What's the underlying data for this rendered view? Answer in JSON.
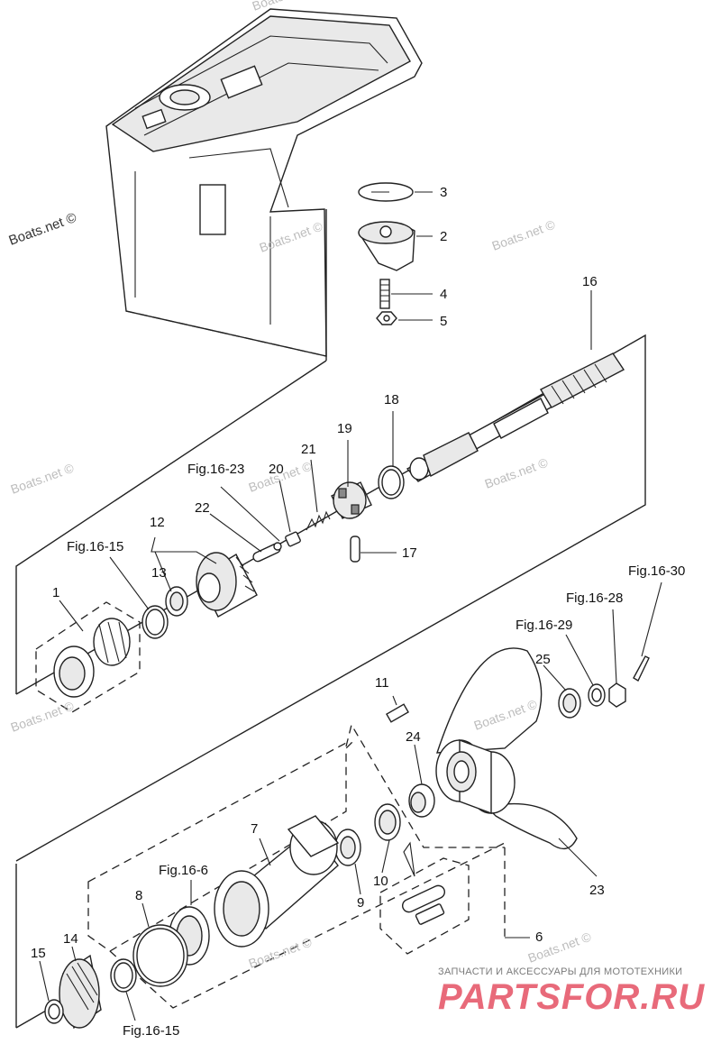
{
  "watermarks": {
    "boats_net": "Boats.net ©"
  },
  "labels": {
    "p1": "1",
    "p2": "2",
    "p3": "3",
    "p4": "4",
    "p5": "5",
    "p6": "6",
    "p7": "7",
    "p8": "8",
    "p9": "9",
    "p10": "10",
    "p11": "11",
    "p12": "12",
    "p13": "13",
    "p14": "14",
    "p15": "15",
    "p16": "16",
    "p17": "17",
    "p18": "18",
    "p19": "19",
    "p20": "20",
    "p21": "21",
    "p22": "22",
    "p23": "23",
    "p24": "24",
    "p25": "25"
  },
  "fig_refs": {
    "f16_23": "Fig.16-23",
    "f16_15_top": "Fig.16-15",
    "f16_30": "Fig.16-30",
    "f16_28": "Fig.16-28",
    "f16_29": "Fig.16-29",
    "f16_6": "Fig.16-6",
    "f16_15_bottom": "Fig.16-15"
  },
  "banner": {
    "subtitle": "ЗАПЧАСТИ И АКСЕССУАРЫ ДЛЯ МОТОТЕХНИКИ",
    "logo": "PARTSFOR.RU"
  },
  "colors": {
    "line": "#222222",
    "watermark": "#bdbdbd",
    "logo": "#e86a7a"
  }
}
